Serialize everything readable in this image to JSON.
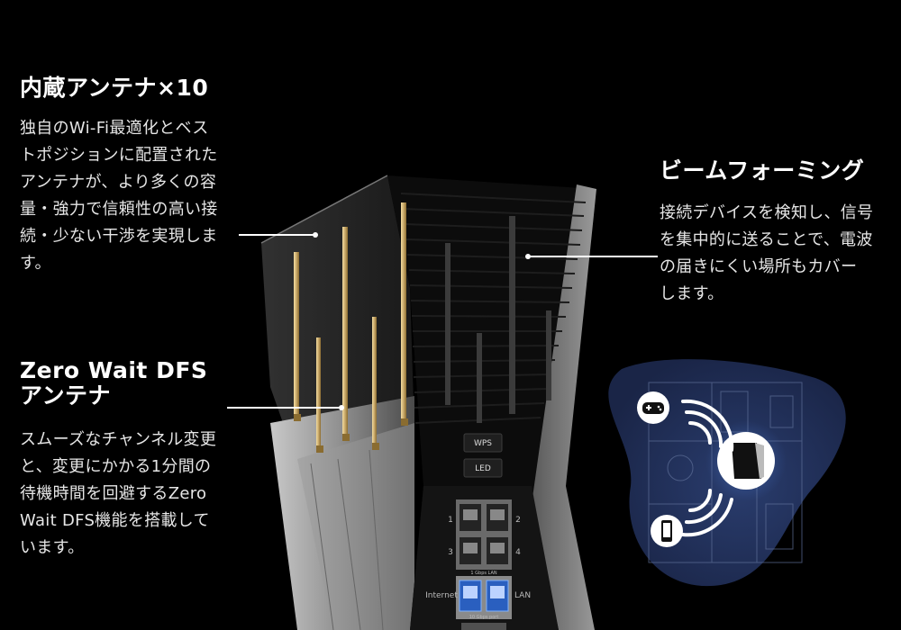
{
  "features": {
    "antenna": {
      "title": "内蔵アンテナ×10",
      "body": "独自のWi-Fi最適化とベス\nトポジションに配置された\nアンテナが、より多くの容\n量・強力で信頼性の高い接\n続・少ない干渉を実現しま\nす。"
    },
    "dfs": {
      "title": "Zero Wait DFS\nアンテナ",
      "body": "スムーズなチャンネル変更\nと、変更にかかる1分間の\n待機時間を回避するZero\nWait DFS機能を搭載して\nいます。"
    },
    "beamforming": {
      "title": "ビームフォーミング",
      "body": "接続デバイスを検知し、信号\nを集中的に送ることで、電波\nの届きにくい場所もカバー\nします。"
    }
  },
  "router": {
    "buttons": {
      "wps": "WPS",
      "led": "LED"
    },
    "ports": {
      "lan_numbers": [
        "1",
        "2",
        "3",
        "4"
      ],
      "lan_group_label": "1 Gbps LAN",
      "internet_label": "Internet",
      "lan_label": "LAN",
      "ten_g_label": "10 Gbps port"
    }
  },
  "icons": [
    "gamepad-icon",
    "router-icon",
    "smartphone-icon",
    "wifi-waves-icon"
  ],
  "colors": {
    "background": "#000000",
    "antenna_gold": "#c9a96a",
    "blob": "#1c2c50",
    "highlight_blue": "#4f8dff"
  }
}
